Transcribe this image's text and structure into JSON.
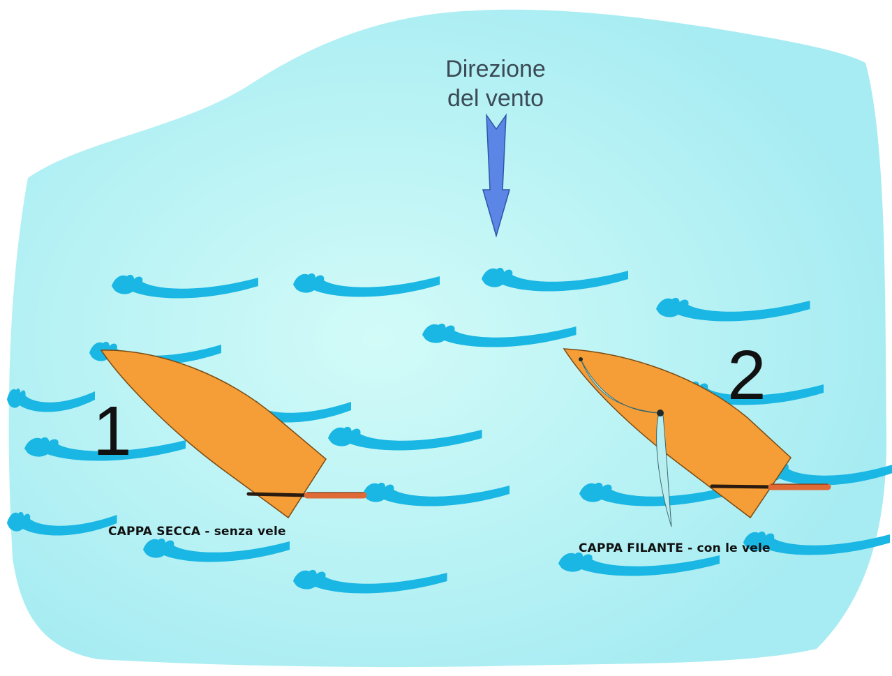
{
  "wind": {
    "label_line1": "Direzione",
    "label_line2": "del vento",
    "arrow_color": "#5b86e5"
  },
  "boats": [
    {
      "number": "1",
      "caption": "CAPPA SECCA - senza vele"
    },
    {
      "number": "2",
      "caption": "CAPPA FILANTE - con le vele"
    }
  ],
  "colors": {
    "sea": "#a9eef3",
    "sea_center": "#cffaf8",
    "waves": "#1ab6e4",
    "hull": "#f59d36",
    "rudder": "#e06a35",
    "sail": "#b8eef0"
  }
}
